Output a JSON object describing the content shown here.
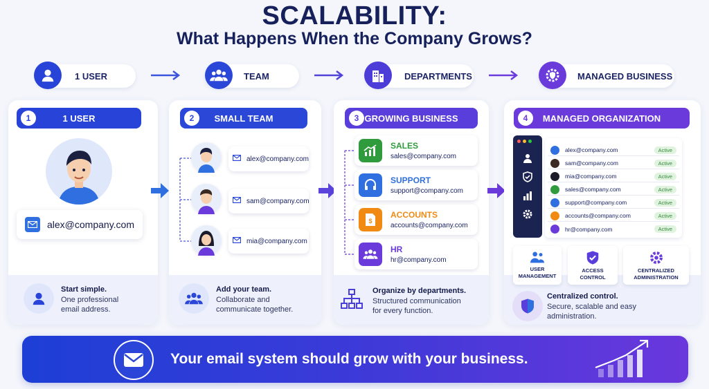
{
  "title": "SCALABILITY:",
  "subtitle": "What Happens When the Company Grows?",
  "steps": [
    {
      "label": "1 USER",
      "icon": "user-icon"
    },
    {
      "label": "TEAM",
      "icon": "team-icon"
    },
    {
      "label": "DEPARTMENTS",
      "icon": "building-icon"
    },
    {
      "label": "MANAGED BUSINESS",
      "icon": "gear-shield-icon"
    }
  ],
  "columns": [
    {
      "num": "1",
      "header": "1 USER",
      "email": "alex@company.com",
      "foot_title": "Start simple.",
      "foot_desc": [
        "One professional",
        "email address."
      ]
    },
    {
      "num": "2",
      "header": "SMALL TEAM",
      "members": [
        {
          "email": "alex@company.com"
        },
        {
          "email": "sam@company.com"
        },
        {
          "email": "mia@company.com"
        }
      ],
      "foot_title": "Add your team.",
      "foot_desc": [
        "Collaborate and",
        "communicate together."
      ]
    },
    {
      "num": "3",
      "header": "GROWING BUSINESS",
      "departments": [
        {
          "name": "SALES",
          "email": "sales@company.com"
        },
        {
          "name": "SUPPORT",
          "email": "support@company.com"
        },
        {
          "name": "ACCOUNTS",
          "email": "accounts@company.com"
        },
        {
          "name": "HR",
          "email": "hr@company.com"
        }
      ],
      "foot_title": "Organize by departments.",
      "foot_desc": [
        "Structured communication",
        "for every function."
      ]
    },
    {
      "num": "4",
      "header": "MANAGED ORGANIZATION",
      "accounts": [
        {
          "email": "alex@company.com",
          "status": "Active"
        },
        {
          "email": "sam@company.com",
          "status": "Active"
        },
        {
          "email": "mia@company.com",
          "status": "Active"
        },
        {
          "email": "sales@company.com",
          "status": "Active"
        },
        {
          "email": "support@company.com",
          "status": "Active"
        },
        {
          "email": "accounts@company.com",
          "status": "Active"
        },
        {
          "email": "hr@company.com",
          "status": "Active"
        }
      ],
      "features": [
        {
          "line1": "USER",
          "line2": "MANAGEMENT"
        },
        {
          "line1": "ACCESS",
          "line2": "CONTROL"
        },
        {
          "line1": "CENTRALIZED",
          "line2": "ADMINISTRATION"
        }
      ],
      "foot_title": "Centralized control.",
      "foot_desc": [
        "Secure, scalable and easy",
        "administration."
      ]
    }
  ],
  "banner": "Your email system should grow with your business.",
  "colors": {
    "blue": "#2743d8",
    "indigo": "#4a3fd8",
    "purple": "#6a3adb",
    "sales": "#2f9b3c",
    "support": "#2f6fe0",
    "accounts": "#f08a12",
    "hr": "#6a3adb"
  }
}
